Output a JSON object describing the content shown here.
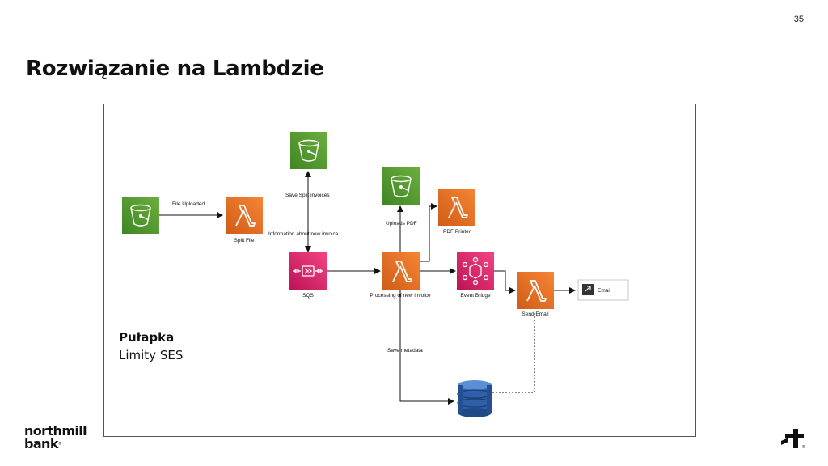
{
  "slide": {
    "page_number": "35",
    "title": "Rozwiązanie na Lambdzie"
  },
  "callout": {
    "title": "Pułapka",
    "body": "Limity SES"
  },
  "brand": {
    "line1": "northmill",
    "line2": "bank",
    "trademark": "®",
    "mark_trademark": "®"
  },
  "diagram": {
    "nodes": {
      "split_file": "Split File",
      "sqs": "SQS",
      "pdf_printer": "PDF Printer",
      "processing": "Processing of new invoice",
      "event_bridge": "Event Bridge",
      "send_email": "Send Email",
      "email": "Email"
    },
    "edges": {
      "file_uploaded": "File Uploaded",
      "save_split_invoices": "Save Split invoices",
      "information_new_invoice": "Information about new invoice",
      "uploads_pdf": "Uploads PDF",
      "save_metadata": "Save metadata"
    },
    "colors": {
      "s3_top": "#6cae3e",
      "s3_bottom": "#3f8624",
      "lambda_top": "#f68536",
      "lambda_bottom": "#d05c17",
      "sqs_top": "#f34482",
      "sqs_bottom": "#bc1356",
      "eventbridge_top": "#f34482",
      "eventbridge_bottom": "#bc1356",
      "dynamodb": "#2e5fa8"
    }
  }
}
